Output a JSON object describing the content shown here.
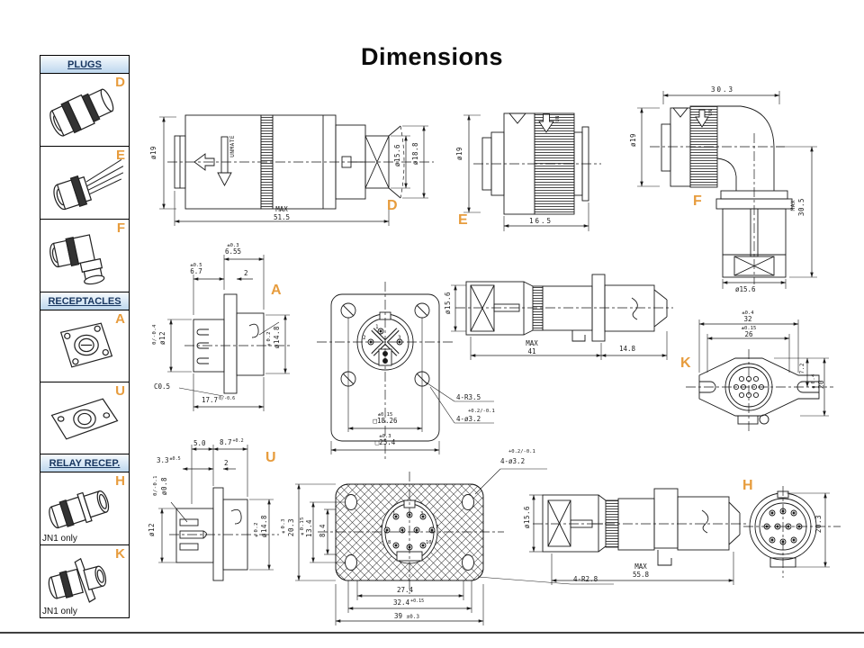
{
  "page": {
    "title": "Dimensions"
  },
  "colors": {
    "accent_orange": "#E79C3D",
    "header_blue": "#17355F",
    "line": "#1A1A1A"
  },
  "sidebar": {
    "sections": [
      {
        "header": "PLUGS",
        "items": [
          {
            "letter": "D"
          },
          {
            "letter": "E"
          },
          {
            "letter": "F"
          }
        ]
      },
      {
        "header": "RECEPTACLES",
        "items": [
          {
            "letter": "A"
          },
          {
            "letter": "U"
          }
        ]
      },
      {
        "header": "RELAY RECEP.",
        "items": [
          {
            "letter": "H",
            "note": "JN1 only"
          },
          {
            "letter": "K",
            "note": "JN1 only"
          }
        ]
      }
    ]
  },
  "drawings": {
    "d": {
      "letter": "D",
      "dia_shell": "ø19",
      "unmate": "UNMATE",
      "dia_inner": "ø15.6",
      "dia_outer": "ø18.8",
      "max": "MAX",
      "length": "51.5"
    },
    "e": {
      "letter": "E",
      "dia_shell": "ø19",
      "un": "UN",
      "length": "16.5"
    },
    "f": {
      "letter": "F",
      "un": "UN",
      "width": "30.3",
      "dia_shell": "ø19",
      "max": "MAX",
      "height": "30.5",
      "dia_bottom": "ø15.6"
    },
    "a_side": {
      "letter": "A",
      "tol1": "±0.3",
      "dim1": "6.55",
      "tol2": "±0.5",
      "dim2": "6.7",
      "dim3": "2",
      "dia_rear": "ø12",
      "dia_rear_tol": "0/-0.4",
      "dia_front_tol": "±0.2",
      "dia_front": "ø14.8",
      "chamfer": "C0.5",
      "length": "17.7",
      "length_tol": "0/-0.6"
    },
    "a_front": {
      "pins": [
        "1",
        "2",
        "3"
      ],
      "corner_radius": "4-R3.5",
      "holes_tol": "+0.2/-0.1",
      "holes": "4-ø3.2",
      "sq_inner_tol": "±0.15",
      "sq_inner": "□18.26",
      "sq_outer_tol": "±0.3",
      "sq_outer": "□25.4"
    },
    "k_side": {
      "dia": "ø15.6",
      "max": "MAX",
      "length": "41",
      "rear_length": "14.8"
    },
    "k_front": {
      "letter": "K",
      "width_tol": "±0.4",
      "width": "32",
      "holes_tol": "±0.15",
      "holes_span": "26",
      "top_offset": "7.2",
      "height_tol": "±0.4",
      "height": "20"
    },
    "u_side": {
      "letter": "U",
      "dim1": "5.0",
      "dim2": "8.7",
      "dim2_tol": "+0.2",
      "dim3": "3.3",
      "dim3_tol": "±0.5",
      "dim4": "2",
      "dia_pin": "ø0.8",
      "dia_pin_tol": "0/-0.1",
      "dia_rear": "ø12",
      "dia_front_tol": "±0.2",
      "dia_front": "ø14.8"
    },
    "u_front": {
      "pins": [
        "1",
        "3",
        "4",
        "7",
        "8",
        "10"
      ],
      "height_tol": "±0.3",
      "height": "20.3",
      "holes_v_tol": "±0.15",
      "holes_v": "13.4",
      "inner_v": "8.4",
      "width_inner": "27.4",
      "width_holes": "32.4",
      "width_holes_tol": "+0.15",
      "width_outer": "39",
      "width_outer_tol": "±0.3",
      "holes_label_tol": "+0.2/-0.1",
      "holes_label": "4-ø3.2",
      "corner_radius": "4-R2.8"
    },
    "h_side": {
      "dia": "ø15.6",
      "max": "MAX",
      "length": "55.8"
    },
    "h_front": {
      "letter": "H",
      "height": "20.3"
    }
  }
}
